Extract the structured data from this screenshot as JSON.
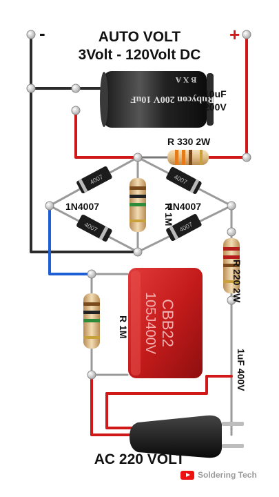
{
  "title": {
    "line1": "AUTO VOLT",
    "line2": "3Volt - 120Volt DC",
    "minus": "-",
    "plus": "+"
  },
  "components": {
    "electrolytic_cap": {
      "value_line1": "10uF",
      "value_line2": "200V",
      "body_text": "Rubycon 200V 10uF",
      "body_text2": "B X A"
    },
    "resistor_330": {
      "label": "R 330 2W"
    },
    "diode_left": {
      "label": "1N4007",
      "body": "4007"
    },
    "diode_right": {
      "label": "1N4007",
      "body": "4007"
    },
    "resistor_center": {
      "label": "R 1M"
    },
    "resistor_220": {
      "label": "R 220 2W"
    },
    "film_cap": {
      "line1": "CBB22",
      "line2": "105J400V",
      "label": "1uF 400V"
    },
    "resistor_bottom": {
      "label": "R 1M"
    }
  },
  "footer": {
    "label": "AC 220 VOLT"
  },
  "watermark": {
    "text": "Soldering Tech"
  },
  "colors": {
    "wire_black": "#2b2b2b",
    "wire_red": "#d01818",
    "wire_blue": "#1d5fd6",
    "cap_body": "#c91f1f",
    "resistor_body": "#e8c99a"
  }
}
